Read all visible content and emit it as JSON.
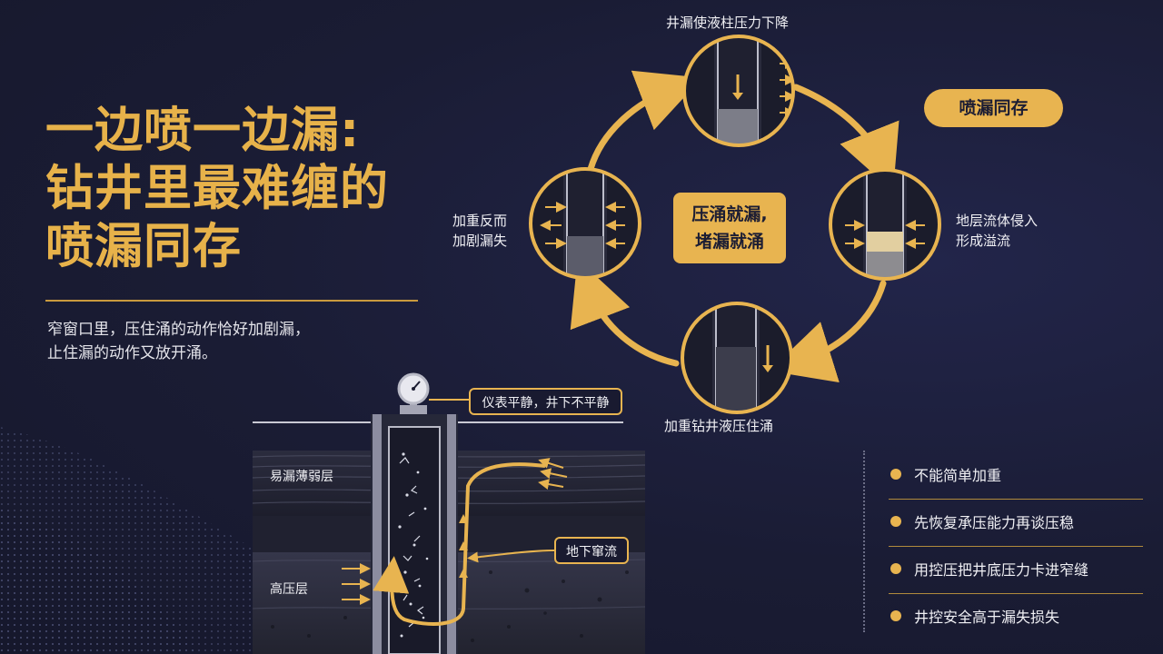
{
  "title_lines": [
    "一边喷一边漏:",
    "钻井里最难缠的",
    "喷漏同存"
  ],
  "subtitle_lines": [
    "窄窗口里，压住涌的动作恰好加剧漏，",
    "止住漏的动作又放开涌。"
  ],
  "cycle": {
    "top_label": "井漏使液柱压力下降",
    "right_label_lines": [
      "地层流体侵入",
      "形成溢流"
    ],
    "bottom_label": "加重钻井液压住涌",
    "left_label_lines": [
      "加重反而",
      "加剧漏失"
    ],
    "center_lines": [
      "压涌就漏,",
      "堵漏就涌"
    ],
    "pill": "喷漏同存"
  },
  "well": {
    "gauge_callout": "仪表平静，井下不平静",
    "flow_callout": "地下窜流",
    "weak_layer": "易漏薄弱层",
    "high_pressure_layer": "高压层"
  },
  "key_points": [
    "不能简单加重",
    "先恢复承压能力再谈压稳",
    "用控压把井底压力卡进窄缝",
    "井控安全高于漏失损失"
  ],
  "colors": {
    "accent": "#e8b450",
    "background": "#1b1d36",
    "text": "#f1f1f5"
  }
}
